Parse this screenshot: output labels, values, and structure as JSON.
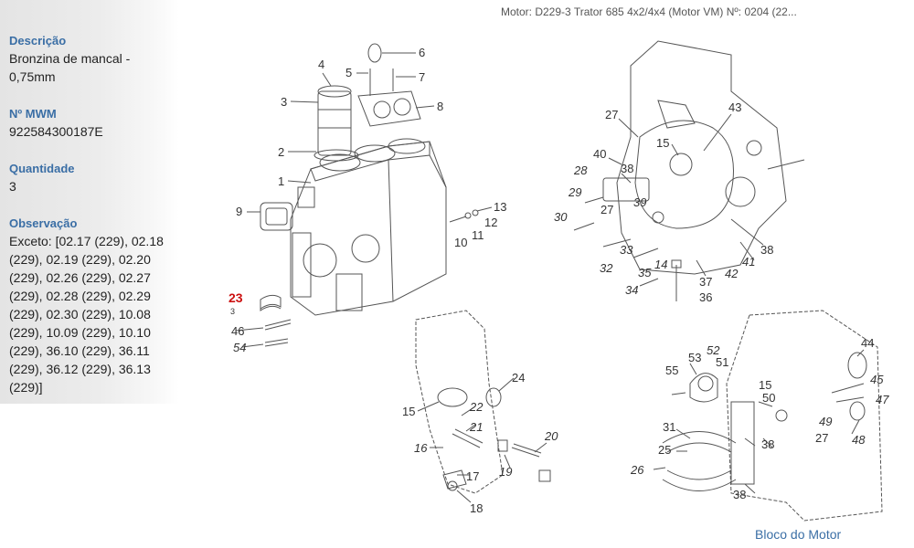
{
  "header": {
    "text": "Motor: D229-3 Trator 685 4x2/4x4 (Motor VM)   Nº: 0204 (22..."
  },
  "sidebar": {
    "descricao_label": "Descrição",
    "descricao_value": "Bronzina de mancal - 0,75mm",
    "mwm_label": "Nº MWM",
    "mwm_value": "922584300187E",
    "quantidade_label": "Quantidade",
    "quantidade_value": "3",
    "observacao_label": "Observação",
    "observacao_value": "Exceto: [02.17 (229), 02.18 (229), 02.19 (229), 02.20 (229), 02.26 (229), 02.27 (229), 02.28 (229), 02.29 (229), 02.30 (229), 10.08 (229), 10.09 (229), 10.10 (229), 36.10 (229), 36.11 (229), 36.12 (229), 36.13 (229)]"
  },
  "footer": {
    "caption": "Bloco do Motor"
  },
  "colors": {
    "label_blue": "#3a6ea5",
    "highlight_red": "#cc1111",
    "line_gray": "#555555"
  },
  "callouts": [
    {
      "label": "1"
    },
    {
      "label": "2"
    },
    {
      "label": "3"
    },
    {
      "label": "4"
    },
    {
      "label": "5"
    },
    {
      "label": "6"
    },
    {
      "label": "7"
    },
    {
      "label": "8"
    },
    {
      "label": "9"
    },
    {
      "label": "10"
    },
    {
      "label": "11"
    },
    {
      "label": "12"
    },
    {
      "label": "13"
    },
    {
      "label": "23",
      "highlight": true
    },
    {
      "label": "3"
    },
    {
      "label": "46"
    },
    {
      "label": "54"
    },
    {
      "label": "27"
    },
    {
      "label": "43"
    },
    {
      "label": "15"
    },
    {
      "label": "40"
    },
    {
      "label": "38"
    },
    {
      "label": "28"
    },
    {
      "label": "29"
    },
    {
      "label": "30"
    },
    {
      "label": "27"
    },
    {
      "label": "39"
    },
    {
      "label": "33"
    },
    {
      "label": "32"
    },
    {
      "label": "35"
    },
    {
      "label": "14"
    },
    {
      "label": "34"
    },
    {
      "label": "37"
    },
    {
      "label": "36"
    },
    {
      "label": "41"
    },
    {
      "label": "42"
    },
    {
      "label": "38"
    },
    {
      "label": "24"
    },
    {
      "label": "15"
    },
    {
      "label": "22"
    },
    {
      "label": "21"
    },
    {
      "label": "16"
    },
    {
      "label": "19"
    },
    {
      "label": "20"
    },
    {
      "label": "17"
    },
    {
      "label": "18"
    },
    {
      "label": "55"
    },
    {
      "label": "53"
    },
    {
      "label": "52"
    },
    {
      "label": "51"
    },
    {
      "label": "15"
    },
    {
      "label": "50"
    },
    {
      "label": "44"
    },
    {
      "label": "45"
    },
    {
      "label": "47"
    },
    {
      "label": "49"
    },
    {
      "label": "27"
    },
    {
      "label": "48"
    },
    {
      "label": "31"
    },
    {
      "label": "25"
    },
    {
      "label": "26"
    },
    {
      "label": "38"
    },
    {
      "label": "38"
    }
  ]
}
